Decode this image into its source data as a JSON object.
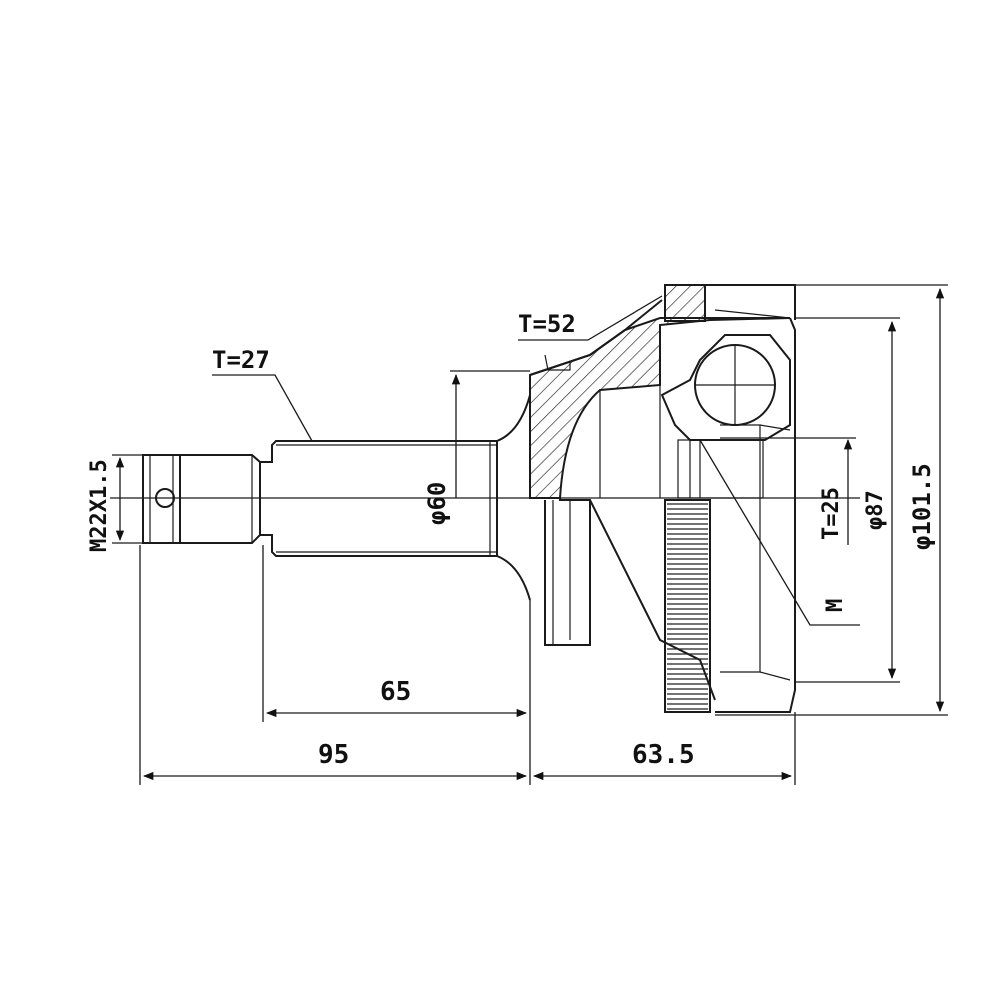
{
  "drawing": {
    "title": "",
    "labels": {
      "spline_inner": "T=27",
      "spline_outer": "T=52",
      "thread": "M22X1.5",
      "shaft_diameter": "φ60",
      "teeth_abs": "T=25",
      "diameter_inner": "φ87",
      "diameter_outer": "φ101.5",
      "seal_mark": "M",
      "length_spline": "65",
      "length_shaft": "95",
      "length_bell": "63.5"
    },
    "colors": {
      "line": "#1a1a1a",
      "background": "#ffffff"
    }
  }
}
